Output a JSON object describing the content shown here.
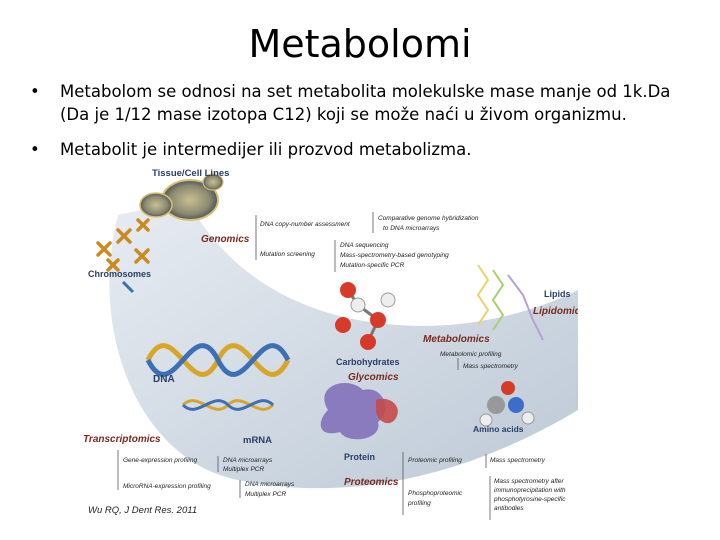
{
  "slide": {
    "title": "Metabolomi",
    "bullets": [
      {
        "marker": "•",
        "text": "Metabolom se odnosi na set metabolita molekulske mase manje od 1k.Da (Da je 1/12 mase izotopa C12) koji se može naći u živom organizmu."
      },
      {
        "marker": "•",
        "text": "Metabolit je intermedijer ili prozvod metabolizma."
      }
    ]
  },
  "figure": {
    "citation": "Wu RQ, J Dent Res. 2011",
    "labels": {
      "tissue": "Tissue/Cell Lines",
      "chromosomes": "Chromosomes",
      "dna": "DNA",
      "mrna": "mRNA",
      "protein": "Protein",
      "lipids": "Lipids",
      "carbohydrates": "Carbohydrates",
      "amino_acids": "Amino acids"
    },
    "omics": {
      "genomics": "Genomics",
      "transcriptomics": "Transcriptomics",
      "proteomics": "Proteomics",
      "metabolomics": "Metabolomics",
      "lipidomics": "Lipidomics",
      "glycomics": "Glycomics"
    },
    "methods": {
      "dna_copy": "DNA copy-number assessment",
      "comparative": "Comparative genome hybridization",
      "to_microarrays": "to DNA microarrays",
      "mutation_screening": "Mutation screening",
      "dna_seq": "DNA sequencing",
      "mass_spec_geno": "Mass-spectrometry-based genotyping",
      "mutation_pcr": "Mutation-specific PCR",
      "metabolomic_profiling": "Metabolomic profiling",
      "mass_spec_1": "Mass spectrometry",
      "gene_expr": "Gene-expression profiling",
      "dna_micro_1": "DNA microarrays",
      "multiplex_1": "Multiplex PCR",
      "microrna": "MicroRNA-expression profiling",
      "dna_micro_2": "DNA microarrays",
      "multiplex_2": "Multiplex PCR",
      "proteomic_profiling": "Proteomic profiling",
      "mass_spec_2": "Mass spectrometry",
      "phospho": "Phosphoproteomic",
      "profiling": "profiling",
      "ms_after": "Mass spectrometry after",
      "immuno": "immunoprecipitation with",
      "phosphotyrosine": "phosphotyrosine-specific",
      "antibodies": "antibodies"
    }
  },
  "colors": {
    "arc": "#c8d3df",
    "arc_dark": "#9fb0c2",
    "omics_text": "#7a2a1f",
    "label_blue": "#2a3e66",
    "helix_gold": "#d9a527",
    "helix_blue": "#3d6fb6"
  }
}
